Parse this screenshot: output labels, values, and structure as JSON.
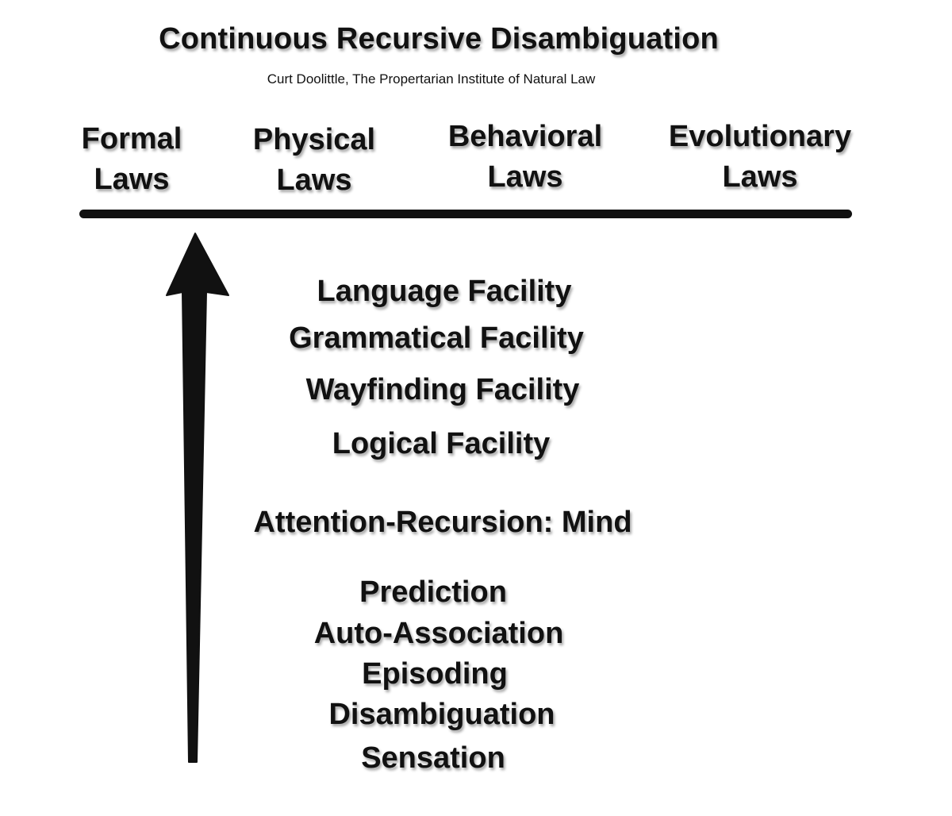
{
  "title": "Continuous Recursive Disambiguation",
  "subtitle": "Curt Doolittle, The Propertarian Institute of Natural Law",
  "laws": [
    {
      "line1": "Formal",
      "line2": "Laws"
    },
    {
      "line1": "Physical",
      "line2": "Laws"
    },
    {
      "line1": "Behavioral",
      "line2": "Laws"
    },
    {
      "line1": "Evolutionary",
      "line2": "Laws"
    }
  ],
  "stages": [
    "Language Facility",
    "Grammatical Facility",
    "Wayfinding Facility",
    "Logical Facility",
    "Attention-Recursion: Mind",
    "Prediction",
    "Auto-Association",
    "Episoding",
    "Disambiguation",
    "Sensation"
  ],
  "colors": {
    "text": "#111111",
    "line": "#111111",
    "background": "#ffffff"
  }
}
